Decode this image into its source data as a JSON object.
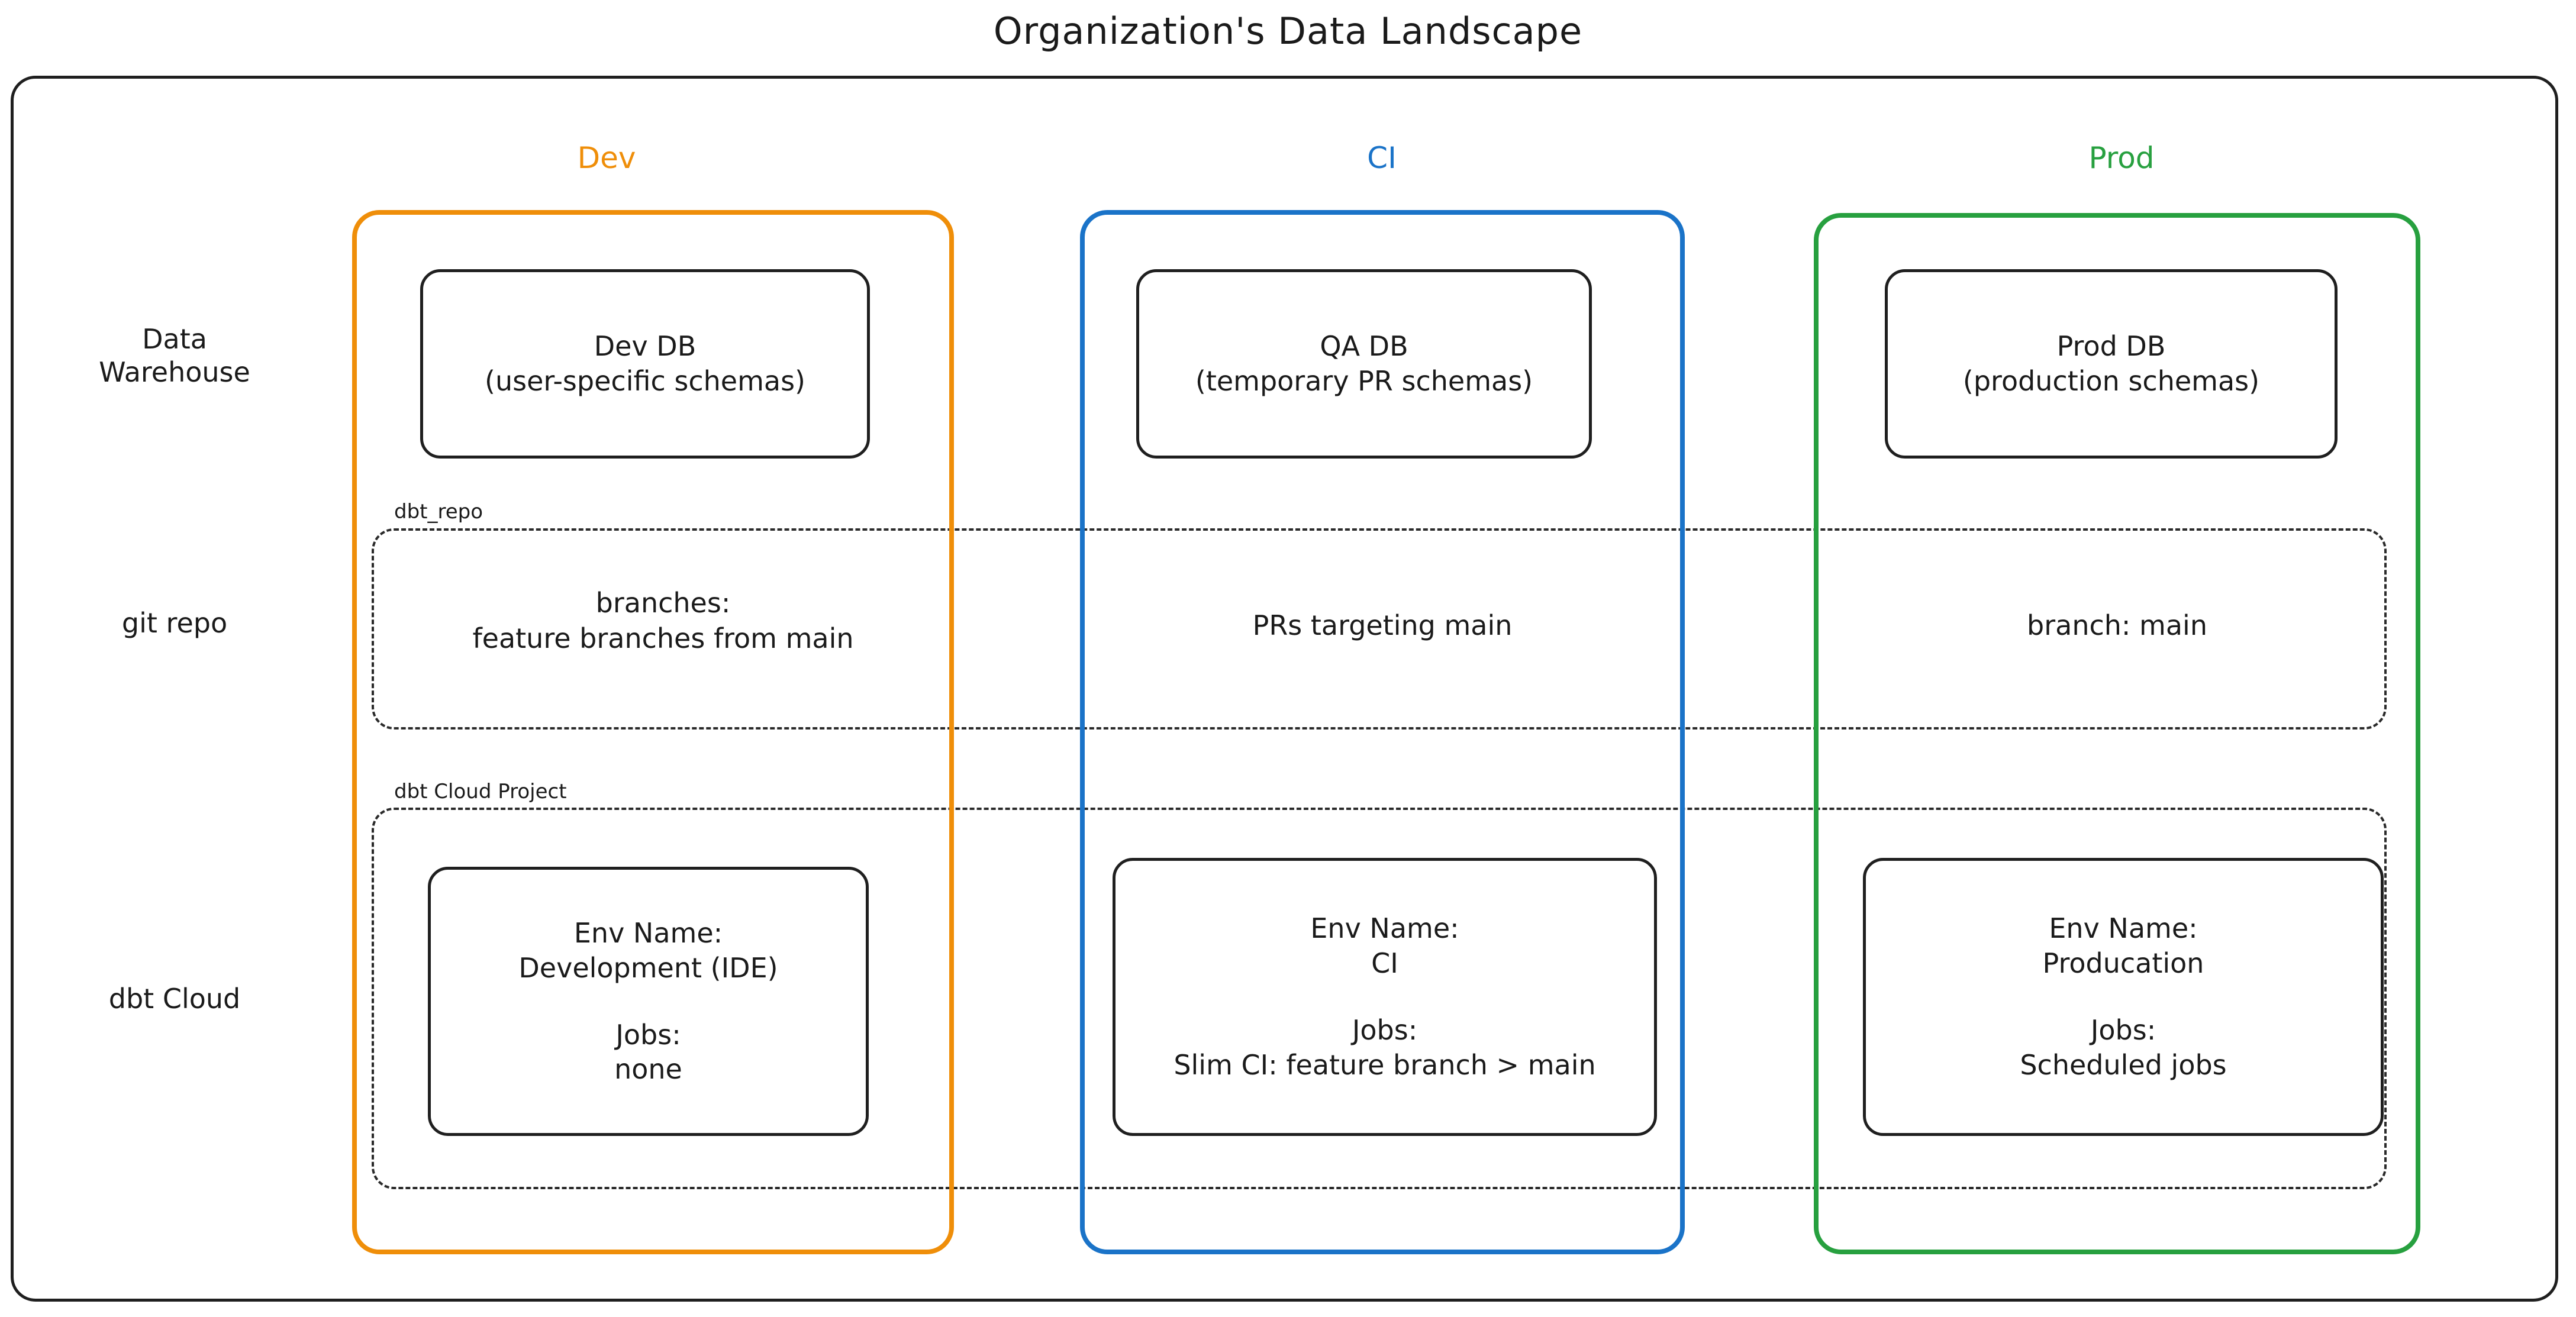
{
  "title": "Organization's Data Landscape",
  "colors": {
    "dev": "#ef8e09",
    "ci": "#1a73c8",
    "prod": "#27a03f",
    "ink": "#1a1a1a"
  },
  "columns": [
    {
      "key": "dev",
      "label": "Dev"
    },
    {
      "key": "ci",
      "label": "CI"
    },
    {
      "key": "prod",
      "label": "Prod"
    }
  ],
  "rows": [
    {
      "key": "data_warehouse",
      "label": "Data\nWarehouse"
    },
    {
      "key": "git_repo",
      "label": "git repo"
    },
    {
      "key": "dbt_cloud",
      "label": "dbt Cloud"
    }
  ],
  "groups": {
    "dbt_repo": {
      "label": "dbt_repo"
    },
    "dbt_cloud_project": {
      "label": "dbt Cloud Project"
    }
  },
  "data_warehouse": {
    "dev": {
      "line1": "Dev DB",
      "line2": "(user-specific schemas)"
    },
    "ci": {
      "line1": "QA DB",
      "line2": "(temporary PR schemas)"
    },
    "prod": {
      "line1": "Prod DB",
      "line2": "(production schemas)"
    }
  },
  "git_repo": {
    "dev": "branches:\nfeature branches from main",
    "ci": "PRs targeting main",
    "prod": "branch: main"
  },
  "dbt_cloud": {
    "dev": {
      "env_label": "Env Name:",
      "env_value": "Development (IDE)",
      "jobs_label": "Jobs:",
      "jobs_value": "none"
    },
    "ci": {
      "env_label": "Env Name:",
      "env_value": "CI",
      "jobs_label": "Jobs:",
      "jobs_value": "Slim CI: feature branch > main"
    },
    "prod": {
      "env_label": "Env Name:",
      "env_value": "Producation",
      "jobs_label": "Jobs:",
      "jobs_value": "Scheduled jobs"
    }
  }
}
